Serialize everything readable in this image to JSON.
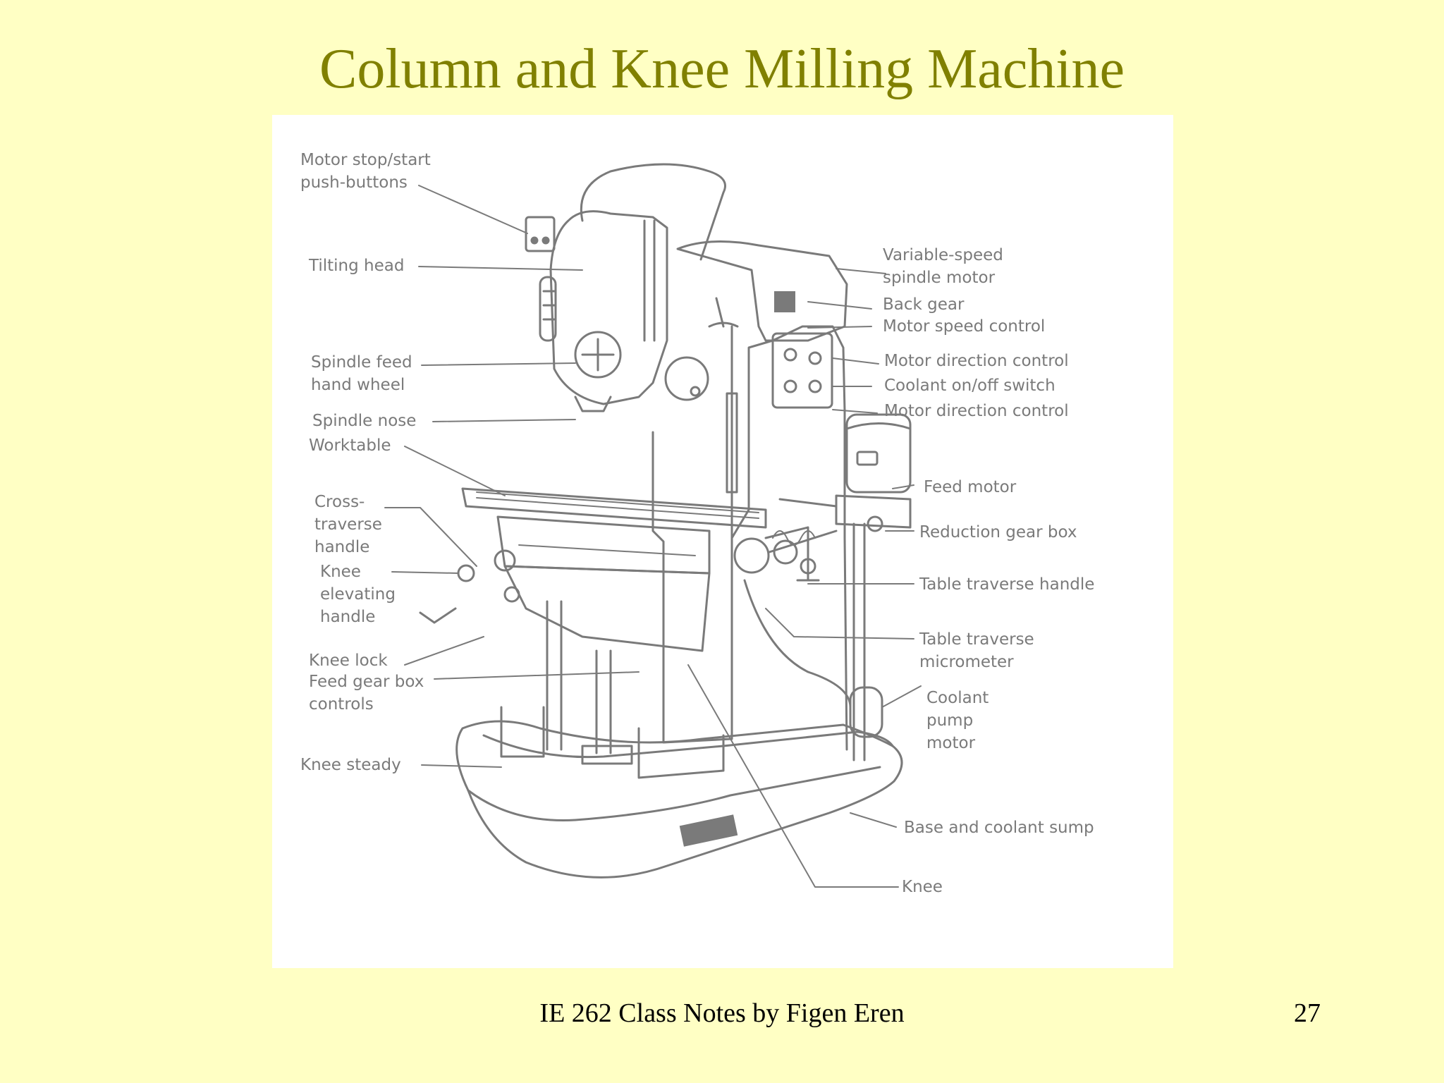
{
  "slide": {
    "title": "Column and Knee Milling Machine",
    "footer": "IE 262 Class Notes by Figen Eren",
    "page_number": "27"
  },
  "colors": {
    "background": "#ffffc4",
    "title": "#808000",
    "figure_background": "#ffffff",
    "drawing": "#7a7a7a"
  },
  "diagram": {
    "labels": {
      "motor_stop_start": "Motor stop/start\npush-buttons",
      "tilting_head": "Tilting head",
      "spindle_feed_hand_wheel": "Spindle feed\nhand wheel",
      "spindle_nose": "Spindle nose",
      "worktable": "Worktable",
      "cross_traverse_handle": "Cross-\ntraverse\nhandle",
      "knee_elevating_handle": "Knee\nelevating\nhandle",
      "knee_lock": "Knee lock",
      "feed_gear_box_controls": "Feed gear box\ncontrols",
      "knee_steady": "Knee steady",
      "variable_speed_spindle_motor": "Variable-speed\nspindle motor",
      "back_gear": "Back gear",
      "motor_speed_control": "Motor speed control",
      "motor_direction_control_1": "Motor direction control",
      "coolant_switch": "Coolant on/off switch",
      "motor_direction_control_2": "Motor direction control",
      "feed_motor": "Feed motor",
      "reduction_gear_box": "Reduction gear box",
      "table_traverse_handle": "Table traverse handle",
      "table_traverse_micrometer": "Table traverse\nmicrometer",
      "coolant_pump_motor": "Coolant\npump\nmotor",
      "base_and_coolant_sump": "Base and coolant sump",
      "knee": "Knee"
    }
  }
}
